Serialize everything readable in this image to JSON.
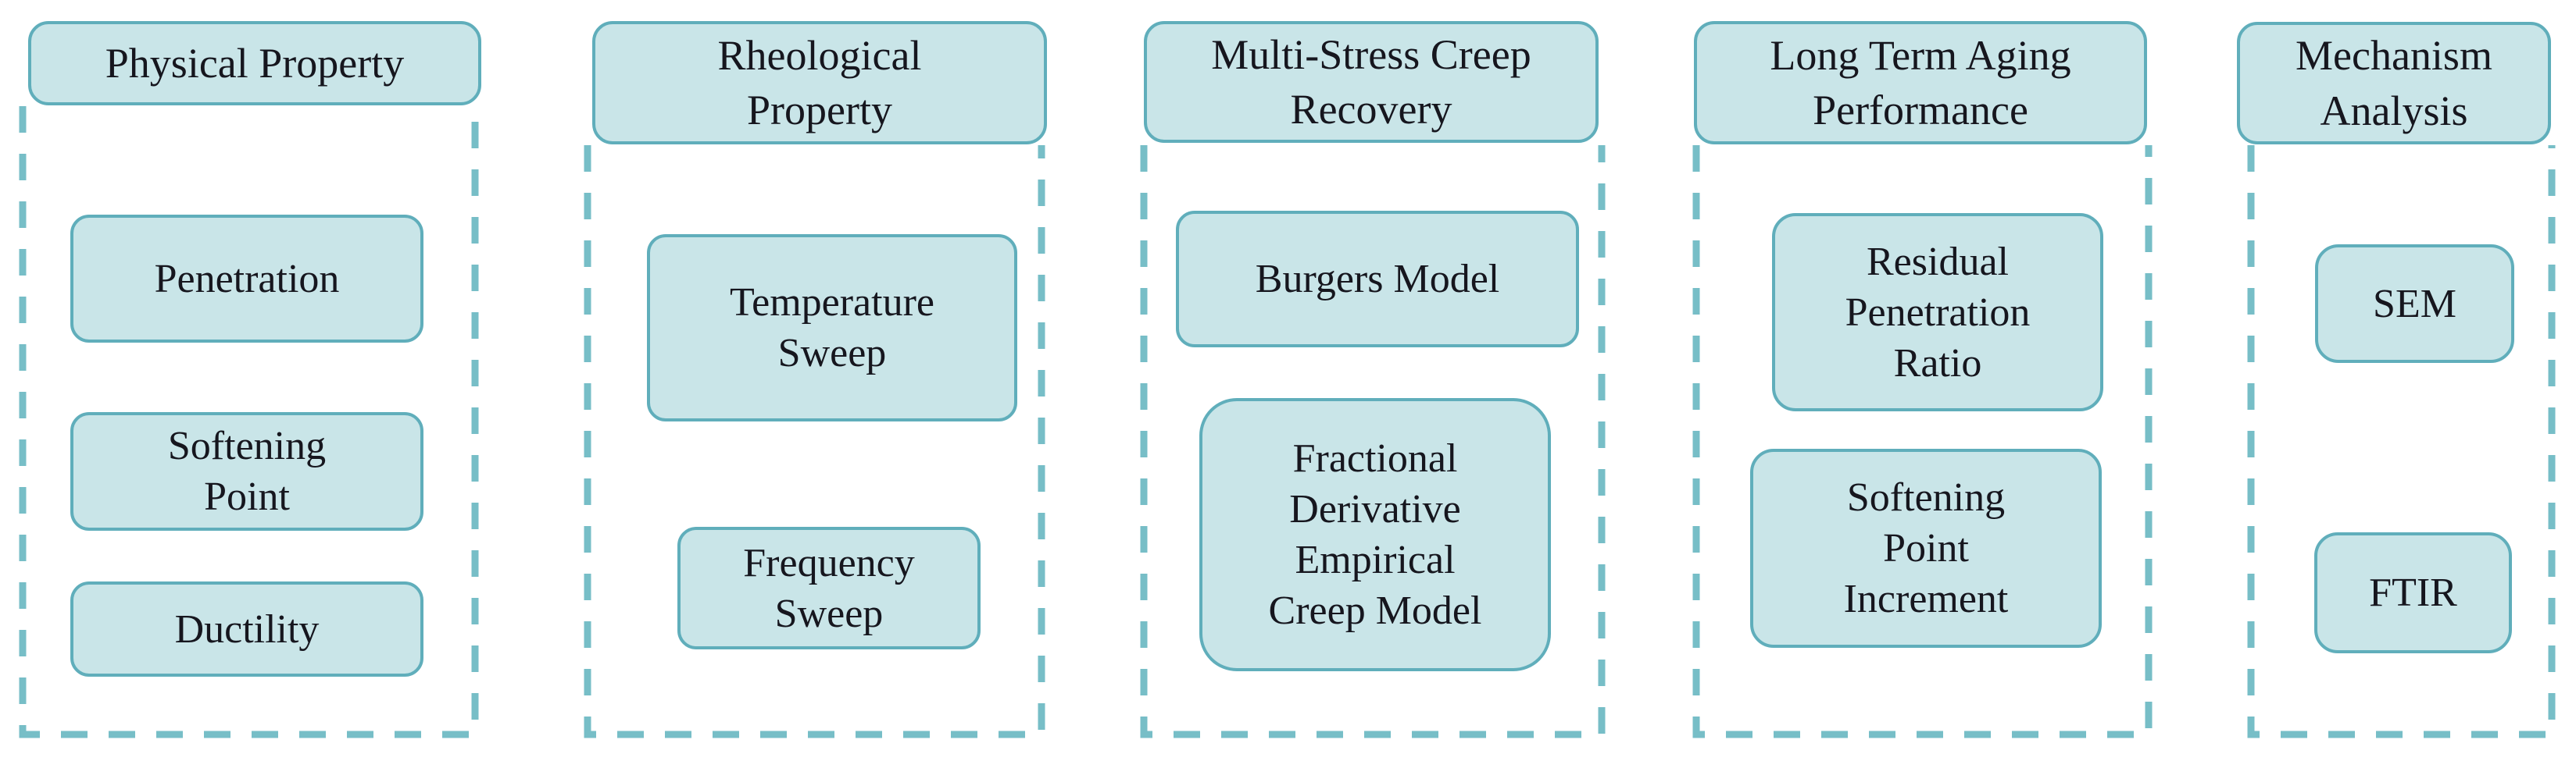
{
  "diagram": {
    "columns": [
      {
        "id": "physical-property",
        "title": "Physical Property",
        "items": [
          "Penetration",
          "Softening Point",
          "Ductility"
        ]
      },
      {
        "id": "rheological-property",
        "title": "Rheological Property",
        "items": [
          "Temperature Sweep",
          "Frequency Sweep"
        ]
      },
      {
        "id": "multi-stress-creep-recovery",
        "title": "Multi-Stress Creep Recovery",
        "items": [
          "Burgers Model",
          "Fractional Derivative Empirical Creep Model"
        ]
      },
      {
        "id": "long-term-aging-performance",
        "title": "Long Term Aging Performance",
        "items": [
          "Residual Penetration Ratio",
          "Softening Point Increment"
        ]
      },
      {
        "id": "mechanism-analysis",
        "title": "Mechanism Analysis",
        "items": [
          "SEM",
          "FTIR"
        ]
      }
    ],
    "colors": {
      "background": "#ffffff",
      "box_fill": "#c9e5e8",
      "box_border": "#60aebb",
      "dashed_border": "#77bec7",
      "text": "#16161e"
    }
  }
}
